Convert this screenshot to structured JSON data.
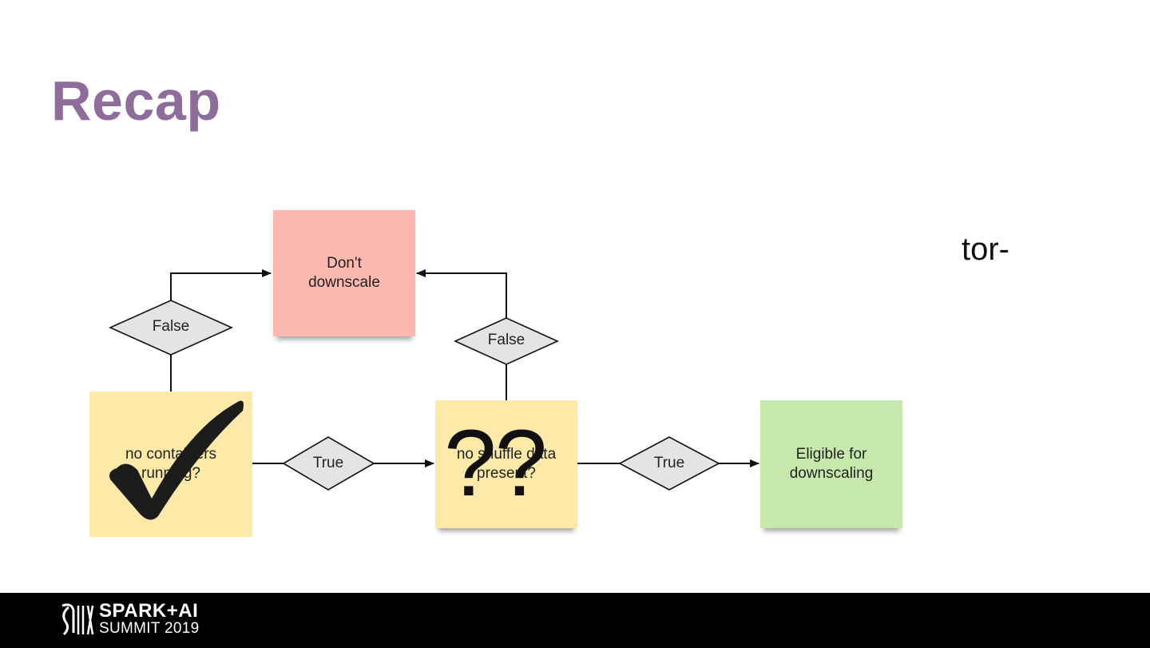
{
  "slide": {
    "title": "Recap",
    "partial_text": "tor-"
  },
  "diagram": {
    "nodes": {
      "dont_downscale": "Don't downscale",
      "no_containers": "no containers running?",
      "no_shuffle": "no shuffle data present?",
      "eligible": "Eligible for downscaling"
    },
    "conditions": {
      "false_left": "False",
      "false_right": "False",
      "true_left": "True",
      "true_right": "True"
    },
    "overlays": {
      "checkmark": "checkmark-icon",
      "question_marks": "??"
    },
    "colors": {
      "dont_downscale": "#fdb8b0",
      "question_nodes": "#fdeaa8",
      "eligible": "#c6e8ac",
      "diamond": "#e4e4e4"
    }
  },
  "footer": {
    "logo_line1": "SPARK+AI",
    "logo_line2": "SUMMIT 2019",
    "background": "#000000"
  },
  "theme": {
    "title_color": "#8e6c9c"
  }
}
